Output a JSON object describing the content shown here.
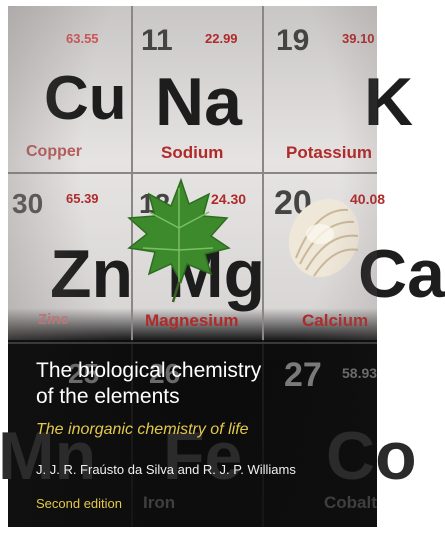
{
  "cover": {
    "title_line1": "The biological chemistry",
    "title_line2": "of the elements",
    "subtitle": "The inorganic chemistry of life",
    "authors": "J. J. R. Fraústo da Silva and R. J. P. Williams",
    "edition": "Second edition"
  },
  "periodic_cells": [
    {
      "number": "",
      "symbol": "Cu",
      "mass": "63.55",
      "name": "Copper"
    },
    {
      "number": "11",
      "symbol": "Na",
      "mass": "22.99",
      "name": "Sodium"
    },
    {
      "number": "19",
      "symbol": "K",
      "mass": "39.10",
      "name": "Potassium"
    },
    {
      "number": "30",
      "symbol": "Zn",
      "mass": "65.39",
      "name": "Zinc"
    },
    {
      "number": "12",
      "symbol": "Mg",
      "mass": "24.30",
      "name": "Magnesium"
    },
    {
      "number": "20",
      "symbol": "Ca",
      "mass": "40.08",
      "name": "Calcium"
    },
    {
      "number": "25",
      "symbol": "Mn",
      "mass": "",
      "name": ""
    },
    {
      "number": "26",
      "symbol": "Fe",
      "mass": "",
      "name": "Iron"
    },
    {
      "number": "27",
      "symbol": "Co",
      "mass": "58.93",
      "name": "Cobalt"
    }
  ],
  "colors": {
    "title": "#ffffff",
    "accent_yellow": "#e3c84a",
    "element_red": "#b02a2a"
  }
}
